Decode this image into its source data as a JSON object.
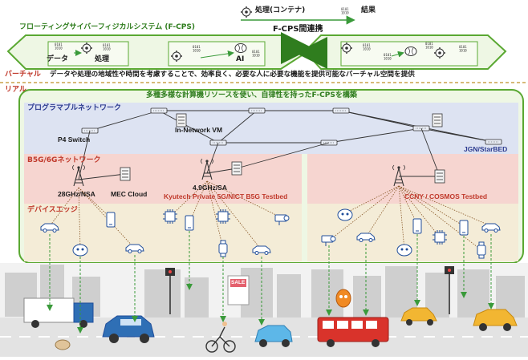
{
  "legend": {
    "process_label": "処理(コンテナ)",
    "result_label": "結果"
  },
  "virtual": {
    "cps_title": "フローティングサイバーフィジカルシステム (F-CPS)",
    "link_label": "F-CPS間連携",
    "node_labels": {
      "data": "データ",
      "process": "処理",
      "ai": "AI"
    },
    "layer_label": "バーチャル",
    "description": "データや処理の地域性や時間を考慮することで、効率良く、必要な人に必要な機能を提供可能なバーチャル空間を提供"
  },
  "real": {
    "layer_label": "リアル",
    "banner": "多種多様な計算機リソースを使い、自律性を持ったF-CPSを構築",
    "network": {
      "title": "プログラマブルネットワーク",
      "p4_switch": "P4 Switch",
      "innetwork_vm": "In-Network VM",
      "testbed": "JGN/StarBED"
    },
    "b5g": {
      "title": "B5G/6Gネットワーク",
      "nsa": "28GHz/NSA",
      "mec": "MEC Cloud",
      "sa": "4.9GHz/SA",
      "kyutech": "Kyutech Private 5G/NICT B5G Testbed",
      "ccny": "CCNY / COSMOS Testbed"
    },
    "edge": {
      "title": "デバイスエッジ"
    },
    "sale_sign": "SALE"
  },
  "colors": {
    "green_border": "#5aa832",
    "green_fill": "#eef7e4",
    "blue_fill": "#dde3f2",
    "pink_fill": "#f6d5d0",
    "edge_fill": "#f4ecd7",
    "red_label": "#c0392b",
    "blue_label": "#2b3a8f"
  }
}
